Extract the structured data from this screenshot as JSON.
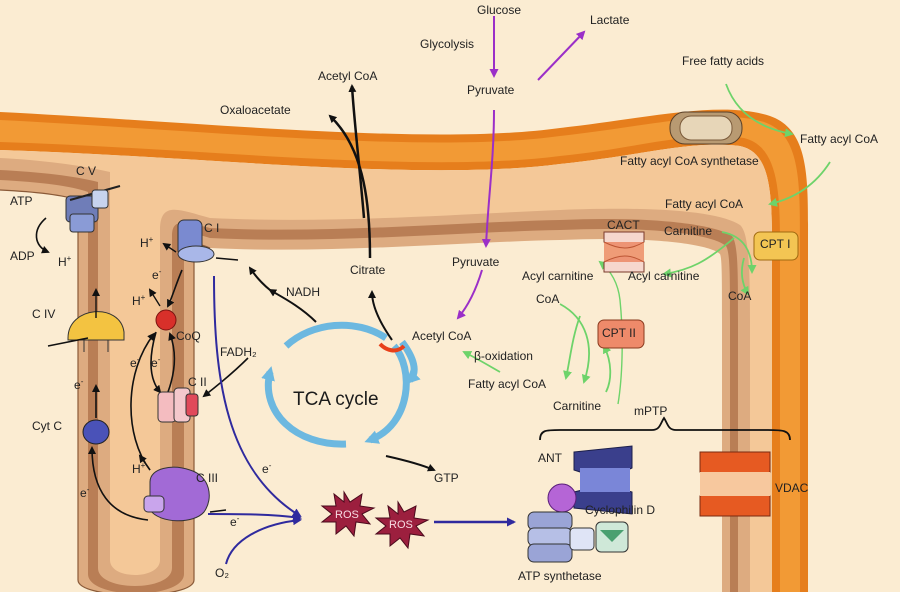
{
  "labels": {
    "glucose": "Glucose",
    "lactate": "Lactate",
    "glycolysis": "Glycolysis",
    "pyruvate_cytosol": "Pyruvate",
    "acetyl_coa_top": "Acetyl CoA",
    "oxaloacetate": "Oxaloacetate",
    "free_fatty_acids": "Free fatty acids",
    "fatty_acyl_coa_outer": "Fatty acyl CoA",
    "fatty_acyl_coa_synthetase": "Fatty acyl CoA synthetase",
    "fatty_acyl_coa_ims": "Fatty acyl CoA",
    "carnitine_ims": "Carnitine",
    "cpt1": "CPT I",
    "coa_ims": "CoA",
    "cact": "CACT",
    "acyl_carnitine_left": "Acyl carnitine",
    "acyl_carnitine_right": "Acyl carnitine",
    "coa_matrix": "CoA",
    "cpt2": "CPT II",
    "fatty_acyl_coa_matrix": "Fatty acyl CoA",
    "carnitine_matrix": "Carnitine",
    "beta_oxidation": "β-oxidation",
    "pyruvate_matrix": "Pyruvate",
    "acetyl_coa_matrix": "Acetyl CoA",
    "citrate": "Citrate",
    "nadh": "NADH",
    "fadh2": "FADH₂",
    "tca_cycle": "TCA cycle",
    "gtp": "GTP",
    "cv": "C V",
    "atp": "ATP",
    "adp": "ADP",
    "h_plus_cv": "H",
    "civ": "C IV",
    "ci": "C I",
    "h_plus_ci": "H",
    "e_ci": "e",
    "h_plus_mid": "H",
    "coq": "CoQ",
    "e_left1": "e",
    "e_left2": "e",
    "cii": "C II",
    "e_civ": "e",
    "cyt_c": "Cyt C",
    "e_cytc": "e",
    "h_plus_ciii": "H",
    "ciii": "C III",
    "e_ciii": "e",
    "e_mid": "e",
    "o2": "O₂",
    "ros1": "ROS",
    "ros2": "ROS",
    "mptp": "mPTP",
    "ant": "ANT",
    "cyclophilin_d": "Cyclophilin D",
    "atp_synthetase": "ATP synthetase",
    "vdac": "VDAC"
  }
}
